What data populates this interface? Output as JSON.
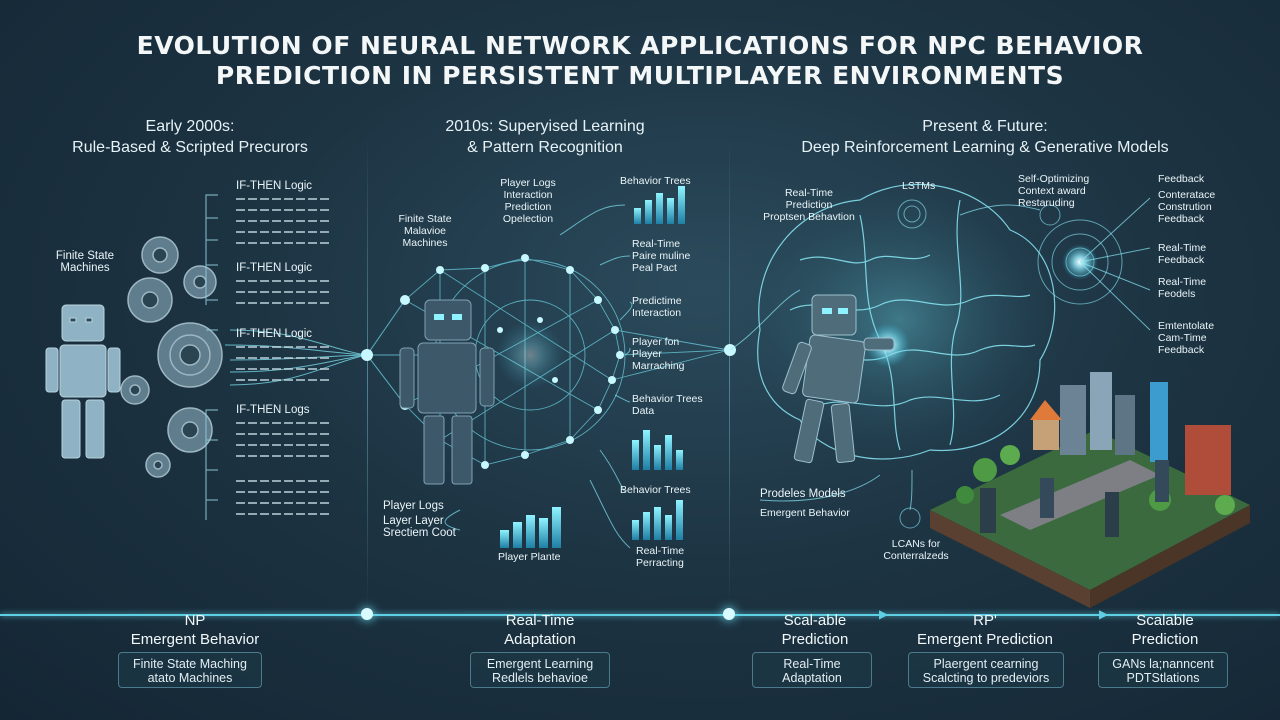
{
  "title": {
    "line1": "EVOLUTION OF NEURAL NETWORK APPLICATIONS FOR NPC BEHAVIOR",
    "line2": "PREDICTION IN PERSISTENT MULTIPLAYER ENVIRONMENTS"
  },
  "phases": [
    {
      "line1": "Early 2000s:",
      "line2": "Rule-Based & Scripted Precurors"
    },
    {
      "line1": "2010s: Superyised Learning",
      "line2": "& Pattern Recognition"
    },
    {
      "line1": "Present & Future:",
      "line2": "Deep Reinforcement Learning & Generative Models"
    }
  ],
  "left_labels": {
    "fsm": [
      "Finite State",
      "Machines"
    ],
    "ifthen": [
      "IF-THEN Logic",
      "IF-THEN Logic",
      "IF-THEN Logic",
      "IF-THEN Logs"
    ]
  },
  "mid_labels": {
    "player_logs_top": [
      "Player Logs",
      "Interaction",
      "Prediction",
      "Opelection"
    ],
    "fsm": [
      "Finite State",
      "Malavioe",
      "Machines"
    ],
    "behavior_trees_top": "Behavior Trees",
    "real_time": [
      "Real-Time",
      "Paire muline",
      "Peal Pact"
    ],
    "predictive": [
      "Predictime",
      "Interaction"
    ],
    "player_for": [
      "Player fon",
      "Player",
      "Marraching"
    ],
    "behavior_data": [
      "Behavior Trees",
      "Data"
    ],
    "behavior_trees_bottom": "Behavior Trees",
    "player_logs_bottom": [
      "Player Logs",
      "Layer Layer",
      "Srectiem Coot"
    ],
    "player_plante": "Player Plante",
    "real_time_bottom": [
      "Real-Time",
      "Perracting"
    ]
  },
  "right_labels": {
    "real_time_pred": [
      "Real-Time",
      "Prediction",
      "Proptsen Behavtion"
    ],
    "lstms": "LSTMs",
    "self_opt": [
      "Self-Optimizing",
      "Context award",
      "Restaruding"
    ],
    "feedback1": [
      "Feedback",
      "Conteratace",
      "Constrution",
      "Feedback"
    ],
    "feedback2": [
      "Real-Time",
      "Feedback"
    ],
    "feedback3": [
      "Real-Time",
      "Feodels"
    ],
    "feedback4": [
      "Emtentolate",
      "Cam-Time",
      "Feedback"
    ],
    "models": [
      "Prodeles Models",
      "Emergent Behavior"
    ],
    "lcans": [
      "LCANs for",
      "Conterralzeds"
    ]
  },
  "milestones": [
    {
      "line1": "NP",
      "line2": "Emergent Behavior",
      "box": [
        "Finite State Maching",
        "atato Machines"
      ]
    },
    {
      "line1": "Real-Time",
      "line2": "Adaptation",
      "box": [
        "Emergent Learning",
        "Redlels behavioe"
      ]
    },
    {
      "line1": "Scal-able",
      "line2": "Prediction",
      "box": [
        "Real-Time",
        "Adaptation"
      ]
    },
    {
      "line1": "RP'",
      "line2": "Emergent Prediction",
      "box": [
        "Plaergent cearning",
        "Scalcting to predeviors"
      ]
    },
    {
      "line1": "Scalable",
      "line2": "Prediction",
      "box": [
        "GANs la;nanncent",
        "PDTStlations"
      ]
    }
  ],
  "colors": {
    "accent": "#5fd0e3",
    "glow": "#bff6ff",
    "background": "#1d3443"
  }
}
